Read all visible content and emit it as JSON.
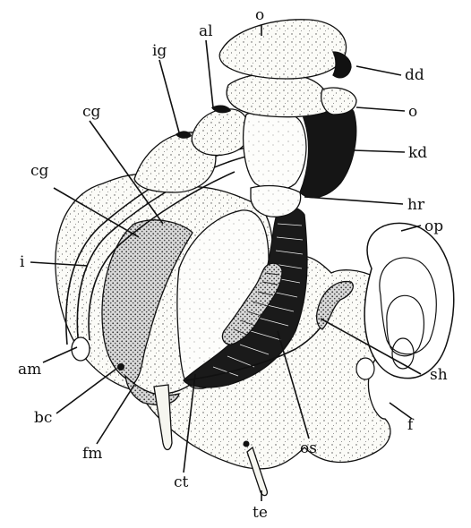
{
  "figure": {
    "labels": [
      {
        "id": "o_top",
        "text": "o"
      },
      {
        "id": "al",
        "text": "al"
      },
      {
        "id": "ig",
        "text": "ig"
      },
      {
        "id": "dd",
        "text": "dd"
      },
      {
        "id": "cg_upper",
        "text": "cg"
      },
      {
        "id": "o_right",
        "text": "o"
      },
      {
        "id": "cg_left",
        "text": "cg"
      },
      {
        "id": "kd",
        "text": "kd"
      },
      {
        "id": "hr",
        "text": "hr"
      },
      {
        "id": "op",
        "text": "op"
      },
      {
        "id": "i",
        "text": "i"
      },
      {
        "id": "sh",
        "text": "sh"
      },
      {
        "id": "am",
        "text": "am"
      },
      {
        "id": "bc",
        "text": "bc"
      },
      {
        "id": "f",
        "text": "f"
      },
      {
        "id": "fm",
        "text": "fm"
      },
      {
        "id": "ct",
        "text": "ct"
      },
      {
        "id": "os",
        "text": "os"
      },
      {
        "id": "te",
        "text": "te"
      }
    ]
  }
}
